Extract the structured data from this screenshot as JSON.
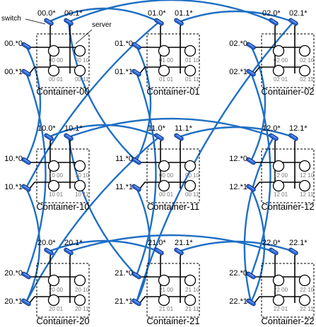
{
  "annotations": {
    "switch": "switch",
    "server": "server"
  },
  "containers": [
    {
      "title": "Container-00",
      "top_switches": [
        "00.0*",
        "00.1*"
      ],
      "side_switches": [
        "00.*0",
        "00.*1"
      ],
      "servers": [
        "00 00",
        "00 10",
        "00 01",
        "00 11"
      ]
    },
    {
      "title": "Container-01",
      "top_switches": [
        "01.0*",
        "01.1*"
      ],
      "side_switches": [
        "01.*0",
        "01.*1"
      ],
      "servers": [
        "01 00",
        "01 10",
        "01 01",
        "01 11"
      ]
    },
    {
      "title": "Container-02",
      "top_switches": [
        "02.0*",
        "02.1*"
      ],
      "side_switches": [
        "02.*0",
        "02.*1"
      ],
      "servers": [
        "02 00",
        "02 10",
        "02 01",
        "02 11"
      ]
    },
    {
      "title": "Container-10",
      "top_switches": [
        "10.0*",
        "10.1*"
      ],
      "side_switches": [
        "10.*0",
        "10.*1"
      ],
      "servers": [
        "10 00",
        "10 10",
        "10 01",
        "10 11"
      ]
    },
    {
      "title": "Container-11",
      "top_switches": [
        "11.0*",
        "11.1*"
      ],
      "side_switches": [
        "11.*0",
        "11.*1"
      ],
      "servers": [
        "00 00",
        "00 10",
        "00 01",
        "00 11"
      ]
    },
    {
      "title": "Container-12",
      "top_switches": [
        "12.0*",
        "12.1*"
      ],
      "side_switches": [
        "12.*0",
        "12.*1"
      ],
      "servers": [
        "12 00",
        "12 10",
        "12 01",
        "12 11"
      ]
    },
    {
      "title": "Container-20",
      "top_switches": [
        "20.0*",
        "20.1*"
      ],
      "side_switches": [
        "20.*0",
        "20.*1"
      ],
      "servers": [
        "20 00",
        "20 10",
        "20 01",
        "20 11"
      ]
    },
    {
      "title": "Container-21",
      "top_switches": [
        "21.0*",
        "21.1*"
      ],
      "side_switches": [
        "21.*0",
        "21.*1"
      ],
      "servers": [
        "21 00",
        "21 10",
        "21 01",
        "21 11"
      ]
    },
    {
      "title": "Container-22",
      "top_switches": [
        "22.0*",
        "22.1*"
      ],
      "side_switches": [
        "22.*0",
        "22.*1"
      ],
      "servers": [
        "22 00",
        "22 10",
        "22 01",
        "22 11"
      ]
    }
  ],
  "colors": {
    "link": "#1f6fc4",
    "switch_fill": "#2a66d6",
    "switch_edge": "#0a2a78",
    "line": "#000000"
  }
}
